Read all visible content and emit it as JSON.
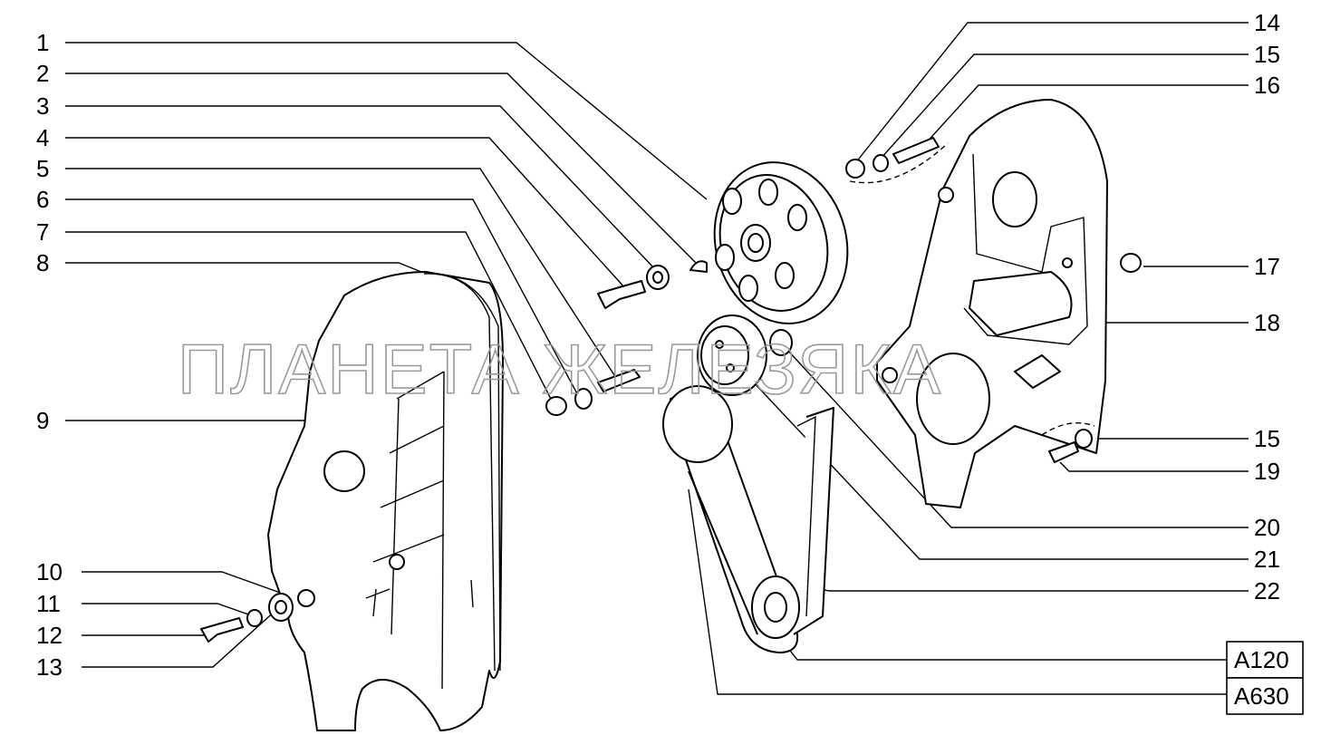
{
  "callouts": {
    "left": [
      "1",
      "2",
      "3",
      "4",
      "5",
      "6",
      "7",
      "8",
      "9",
      "10",
      "11",
      "12",
      "13"
    ],
    "right": [
      "14",
      "15",
      "16",
      "17",
      "18",
      "15",
      "19",
      "20",
      "21",
      "22"
    ]
  },
  "references": [
    "A120",
    "A630"
  ],
  "watermark": "ПЛАНЕТА ЖЕЛЕЗЯКА"
}
